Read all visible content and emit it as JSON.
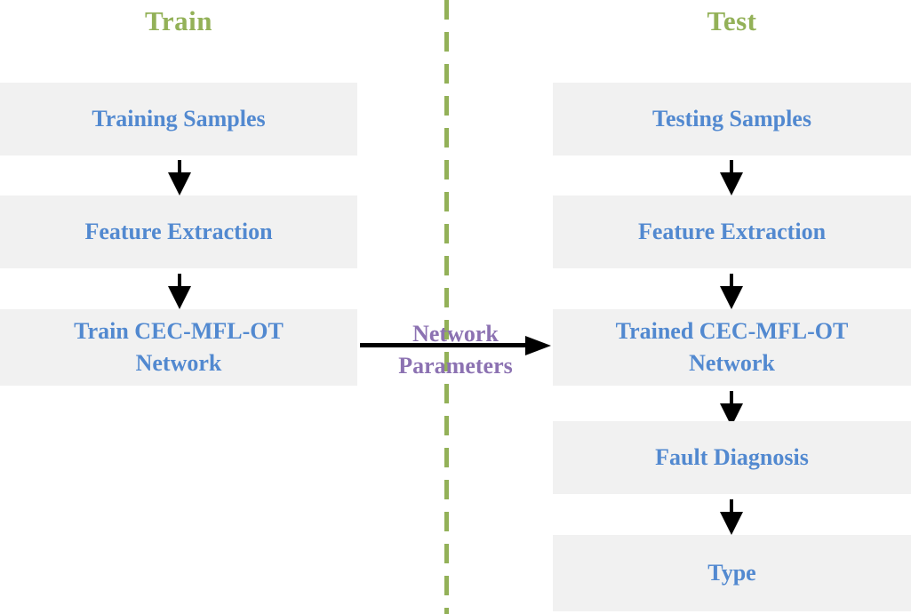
{
  "diagram": {
    "title_left": "Train",
    "title_right": "Test",
    "colors": {
      "heading_green": "#93b158",
      "box_text_blue": "#5289d0",
      "annotation_purple": "#8c72b2",
      "box_fill": "#f1f1f1",
      "arrow_black": "#000000",
      "divider_green": "#93b158",
      "background": "#ffffff"
    },
    "train_column": {
      "heading": "Train",
      "steps": [
        {
          "label": "Training Samples"
        },
        {
          "label": "Feature Extraction"
        },
        {
          "label": "Train  CEC-MFL-OT\nNetwork"
        }
      ]
    },
    "test_column": {
      "heading": "Test",
      "steps": [
        {
          "label": "Testing Samples"
        },
        {
          "label": "Feature Extraction"
        },
        {
          "label": "Trained CEC-MFL-OT\nNetwork"
        },
        {
          "label": "Fault Diagnosis"
        },
        {
          "label": "Type"
        }
      ]
    },
    "connector": {
      "label": "Network\nParameters",
      "direction": "left-to-right"
    },
    "divider": {
      "style": "dashed-vertical"
    }
  }
}
